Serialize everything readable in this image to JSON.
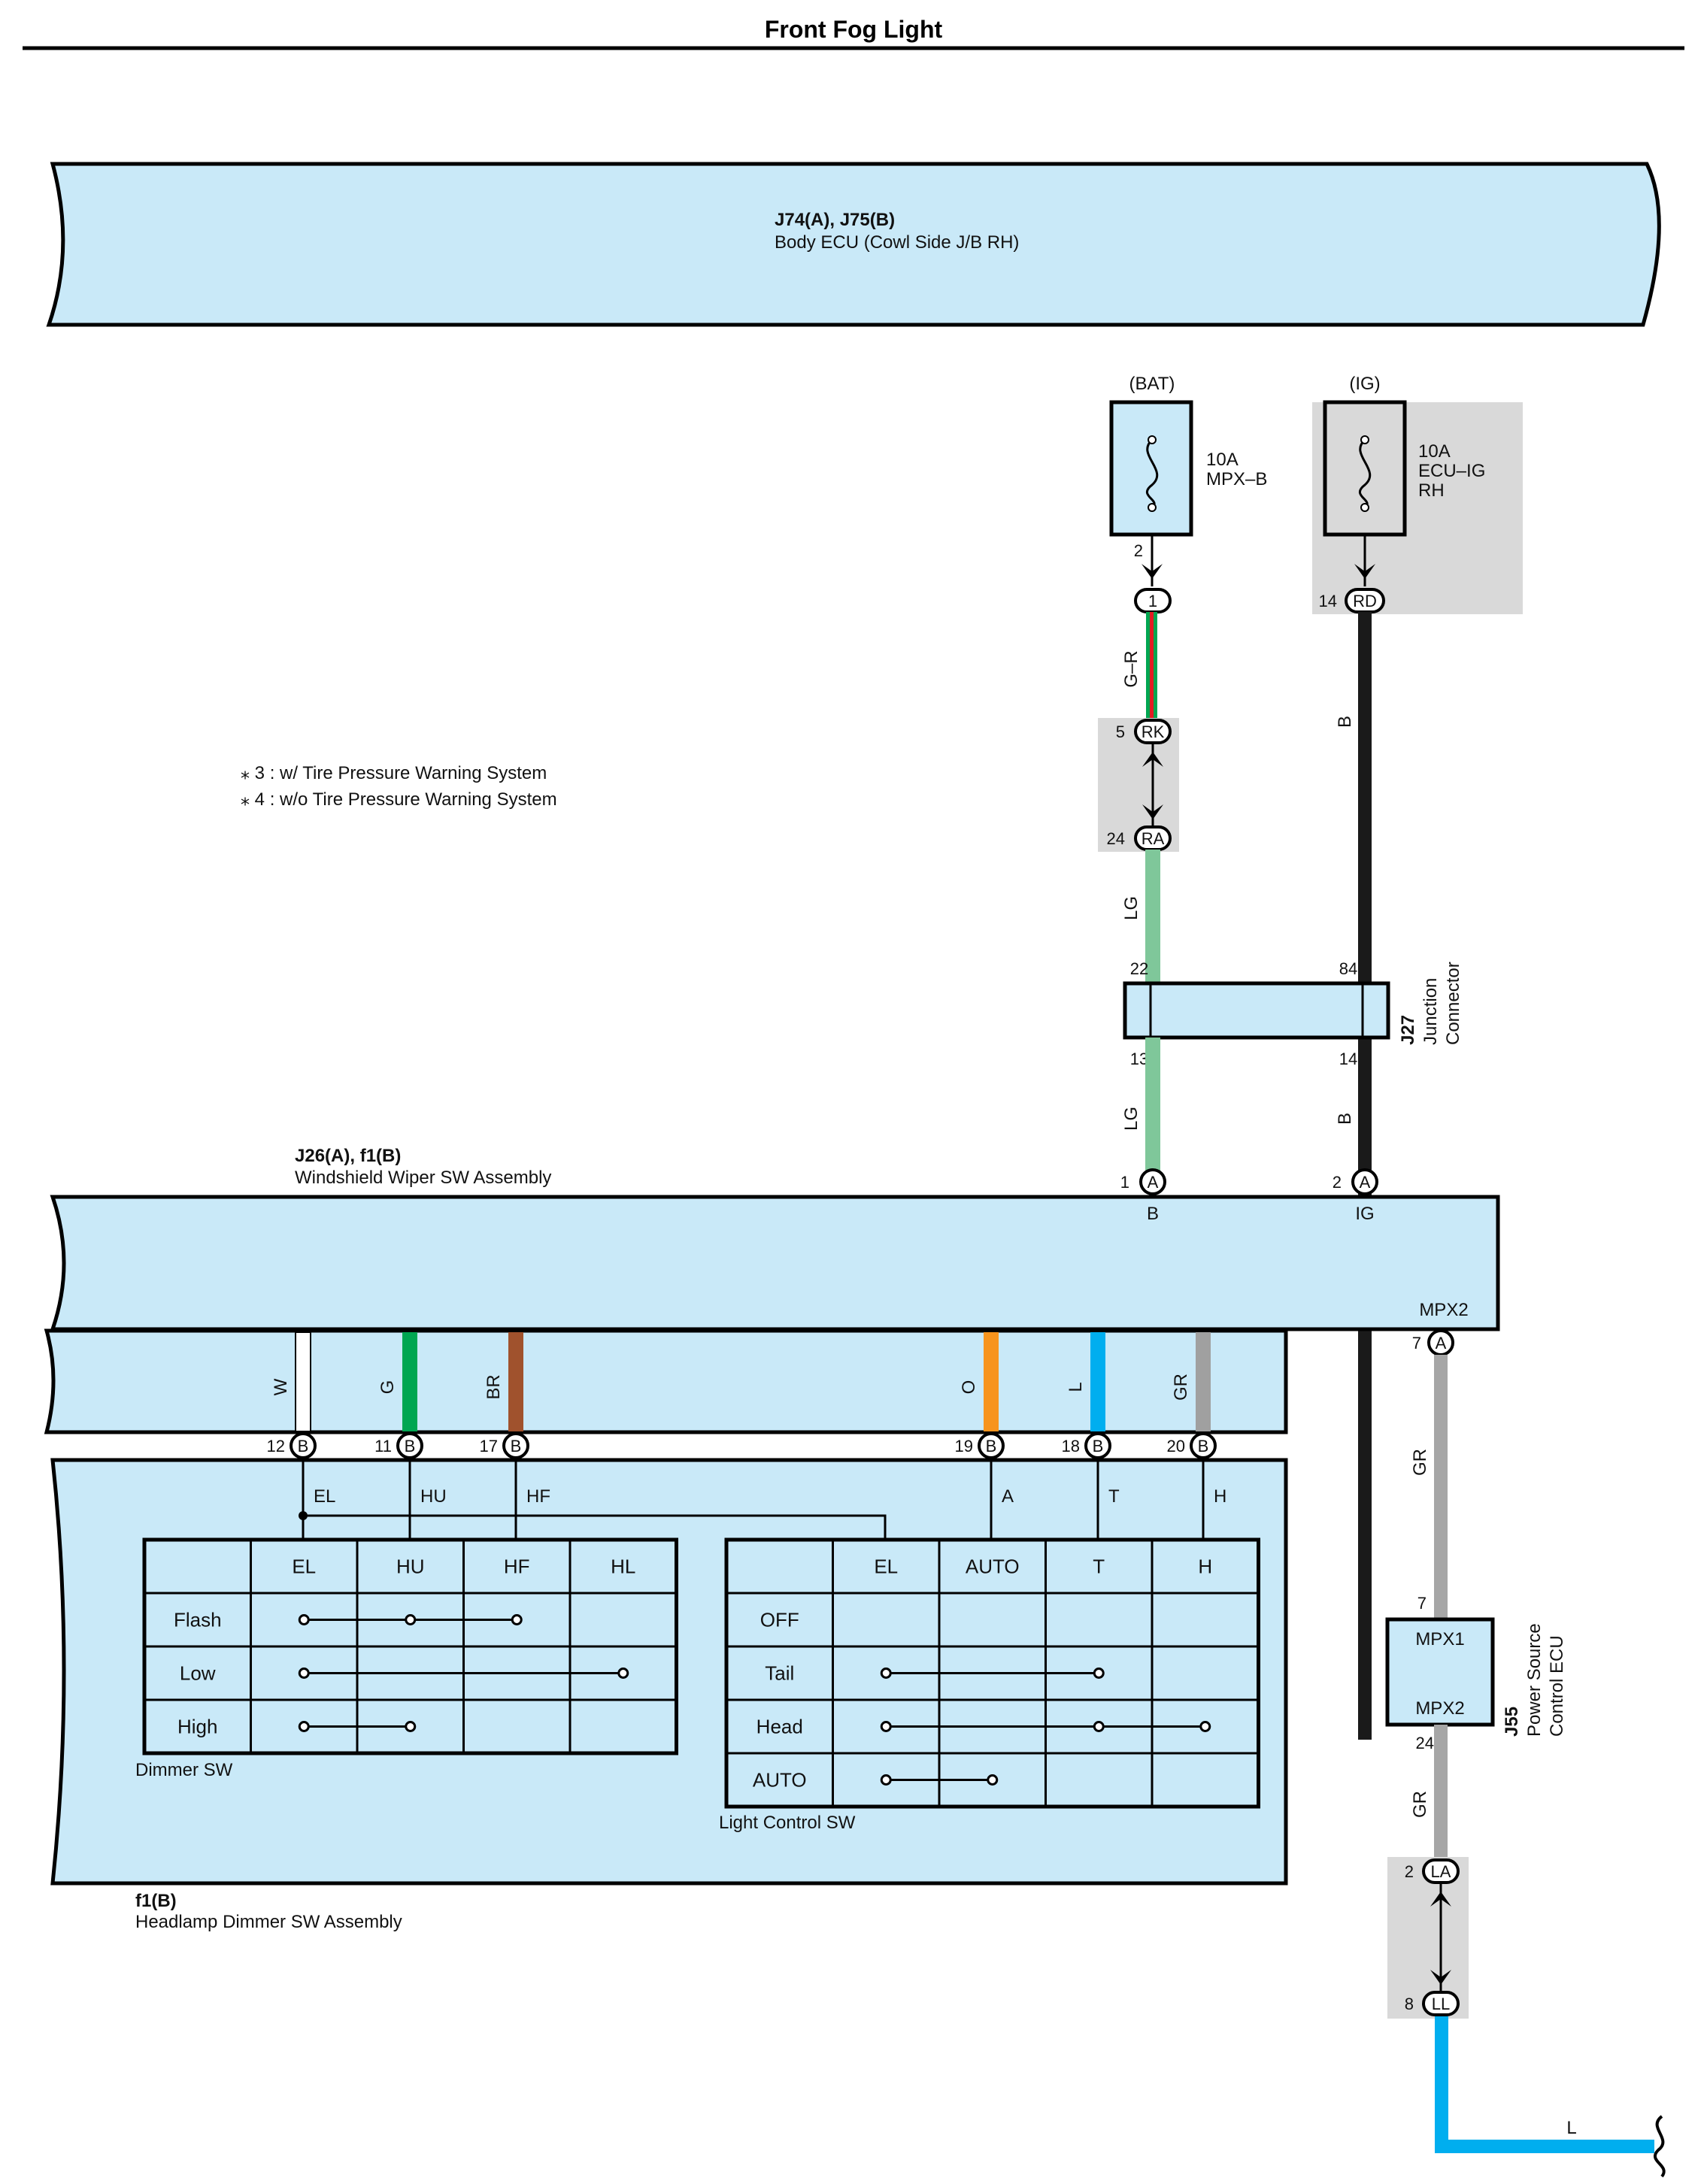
{
  "title": "Front Fog Light",
  "body_ecu": {
    "connectors": "J74(A), J75(B)",
    "name": "Body ECU (Cowl Side J/B RH)"
  },
  "fuse_bat": {
    "supply": "(BAT)",
    "rating": "10A",
    "name": "MPX–B",
    "out_pin": "2",
    "conn_pin": "1"
  },
  "fuse_ig": {
    "supply": "(IG)",
    "rating": "10A",
    "name1": "ECU–IG",
    "name2": "RH",
    "pin": "14",
    "conn": "RD"
  },
  "notes": [
    "3 : w/ Tire Pressure Warning System",
    "4 : w/o Tire Pressure Warning System"
  ],
  "wires": {
    "gr_bat": "G–R",
    "b_ig": "B",
    "lg_upper": "LG",
    "lg_lower": "LG",
    "b_lower": "B",
    "gr_right": "GR",
    "gr_right_lower": "GR",
    "l_bottom": "L"
  },
  "rk_ra": {
    "pin_rk": "5",
    "conn_rk": "RK",
    "pin_ra": "24",
    "conn_ra": "RA"
  },
  "junction": {
    "code": "J27",
    "name1": "Junction",
    "name2": "Connector",
    "pin_tl": "22",
    "pin_tr": "84",
    "pin_bl": "13",
    "pin_br": "14"
  },
  "wiper_sw": {
    "connectors": "J26(A), f1(B)",
    "name": "Windshield Wiper SW Assembly",
    "pin_b_num": "1",
    "pin_b_conn": "A",
    "pin_b_term": "B",
    "pin_ig_num": "2",
    "pin_ig_conn": "A",
    "pin_ig_term": "IG",
    "mpx2_term": "MPX2",
    "mpx2_num": "7",
    "mpx2_conn": "A"
  },
  "inner_wires": [
    {
      "color_name": "W",
      "hex": "#ffffff",
      "pin": "12",
      "conn": "B",
      "term": "EL"
    },
    {
      "color_name": "G",
      "hex": "#00a651",
      "pin": "11",
      "conn": "B",
      "term": "HU"
    },
    {
      "color_name": "BR",
      "hex": "#a0522d",
      "pin": "17",
      "conn": "B",
      "term": "HF"
    },
    {
      "color_name": "O",
      "hex": "#f7941d",
      "pin": "19",
      "conn": "B",
      "term": "A"
    },
    {
      "color_name": "L",
      "hex": "#00aeef",
      "pin": "18",
      "conn": "B",
      "term": "T"
    },
    {
      "color_name": "GR",
      "hex": "#a0a0a0",
      "pin": "20",
      "conn": "B",
      "term": "H"
    }
  ],
  "dimmer_table": {
    "caption": "Dimmer SW",
    "headers": [
      "EL",
      "HU",
      "HF",
      "HL"
    ],
    "rows": [
      "Flash",
      "Low",
      "High"
    ]
  },
  "light_table": {
    "caption": "Light Control SW",
    "headers": [
      "EL",
      "AUTO",
      "T",
      "H"
    ],
    "rows": [
      "OFF",
      "Tail",
      "Head",
      "AUTO"
    ]
  },
  "headlamp_sw": {
    "connector": "f1(B)",
    "name": "Headlamp Dimmer SW Assembly"
  },
  "power_ecu": {
    "code": "J55",
    "name1": "Power Source",
    "name2": "Control ECU",
    "term1": "MPX1",
    "term2": "MPX2",
    "pin_top": "7",
    "pin_bottom": "24"
  },
  "la_ll": {
    "pin_la": "2",
    "conn_la": "LA",
    "pin_ll": "8",
    "conn_ll": "LL"
  },
  "colors": {
    "ecu_fill": "#c9e9f8",
    "shade": "#d9d9d9",
    "lg": "#7fc79a",
    "gr": "#a6a6a6",
    "l": "#00aeef",
    "b": "#1a1a1a"
  }
}
